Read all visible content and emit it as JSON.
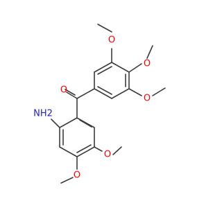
{
  "colors": {
    "bond": "#3b3b3b",
    "carbon": "#3b3b3b",
    "oxygen": "#ff0000",
    "nitrogen": "#2020e0"
  },
  "molecule": {
    "atoms": {
      "carbonyl_o": "O",
      "amine": "NH2",
      "methoxy_top_left": "O",
      "methoxy_top_right": "O",
      "methoxy_right": "O",
      "methoxy_bottom_right": "O",
      "methoxy_bottom_left": "O"
    }
  }
}
